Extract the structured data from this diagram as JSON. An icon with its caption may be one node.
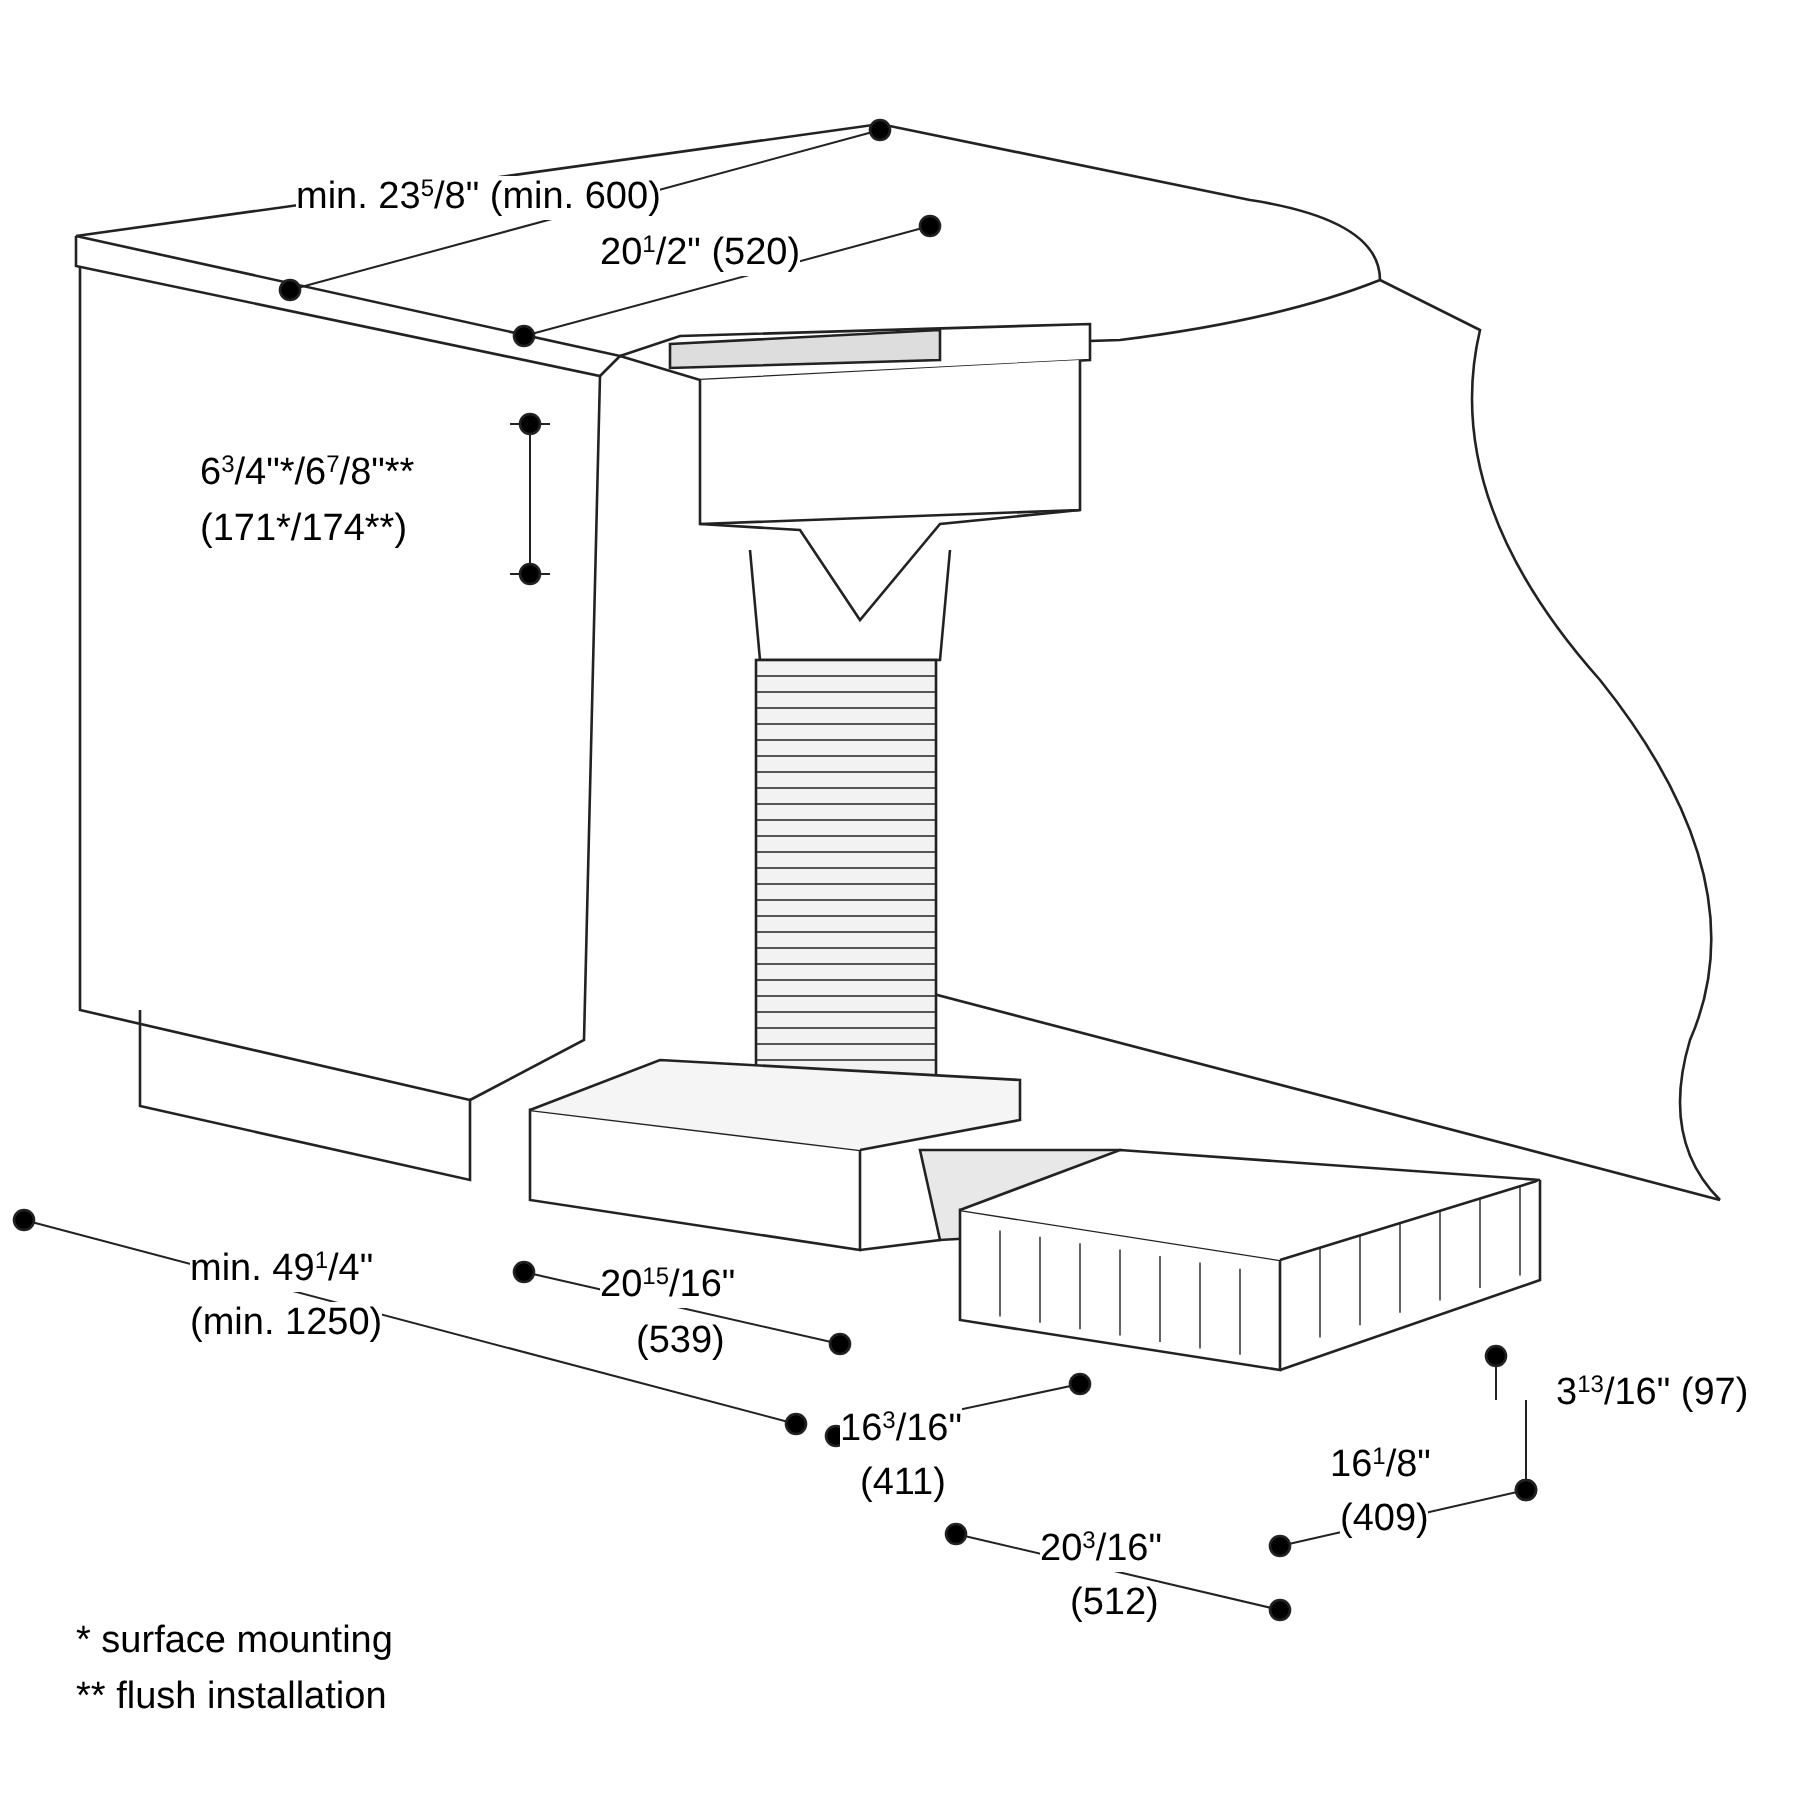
{
  "diagram": {
    "labels": [
      "min. 23$^{5}$/8\" (min. 600)",
      "20$^{1}$/2\" (520)",
      "6$^{3}$/4\"*/6$^{7}$/8\"**",
      "(171*/174**)",
      "min. 49$^{1}$/4\"",
      "(min. 1250)",
      "20$^{15}$/16\"",
      "(539)",
      "16$^{3}$/16\"",
      "(411)",
      "3$^{13}$/16\" (97)",
      "16$^{1}$/8\"",
      "(409)",
      "20$^{3}$/16\"",
      "(512)",
      "*  surface mounting",
      "** flush installation"
    ]
  }
}
